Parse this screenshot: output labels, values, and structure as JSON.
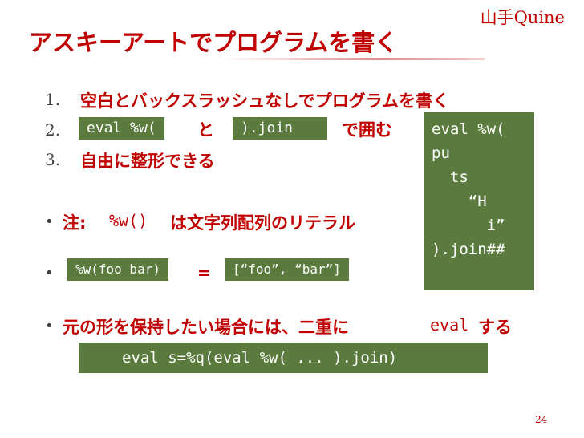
{
  "header": {
    "corner_label": "山手Quine",
    "title": "アスキーアートでプログラムを書く"
  },
  "list": {
    "item1_num": "1.",
    "item1_text": "空白とバックスラッシュなしでプログラムを書く",
    "item2_num": "2.",
    "item2_code_a": "eval %w(",
    "item2_and": "と",
    "item2_code_b": ").join",
    "item2_suffix": "で囲む",
    "item3_num": "3.",
    "item3_text": "自由に整形できる"
  },
  "code_block": "eval %w(\npu\n  ts\n    “H\n      i”\n).join##",
  "notes": {
    "bullet_glyph": "•",
    "note_prefix": "注:",
    "note_code": "%w()",
    "note_text": "は文字列配列のリテラル",
    "example_code_a": "%w(foo bar)",
    "example_eq": "=",
    "example_code_b": "[“foo”, “bar”]",
    "keep_text_a": "元の形を保持したい場合には、二重に",
    "keep_code": "eval",
    "keep_text_b": "する",
    "wide_code": "eval s=%q(eval %w( ... ).join)"
  },
  "footer": {
    "page_number": "24"
  }
}
